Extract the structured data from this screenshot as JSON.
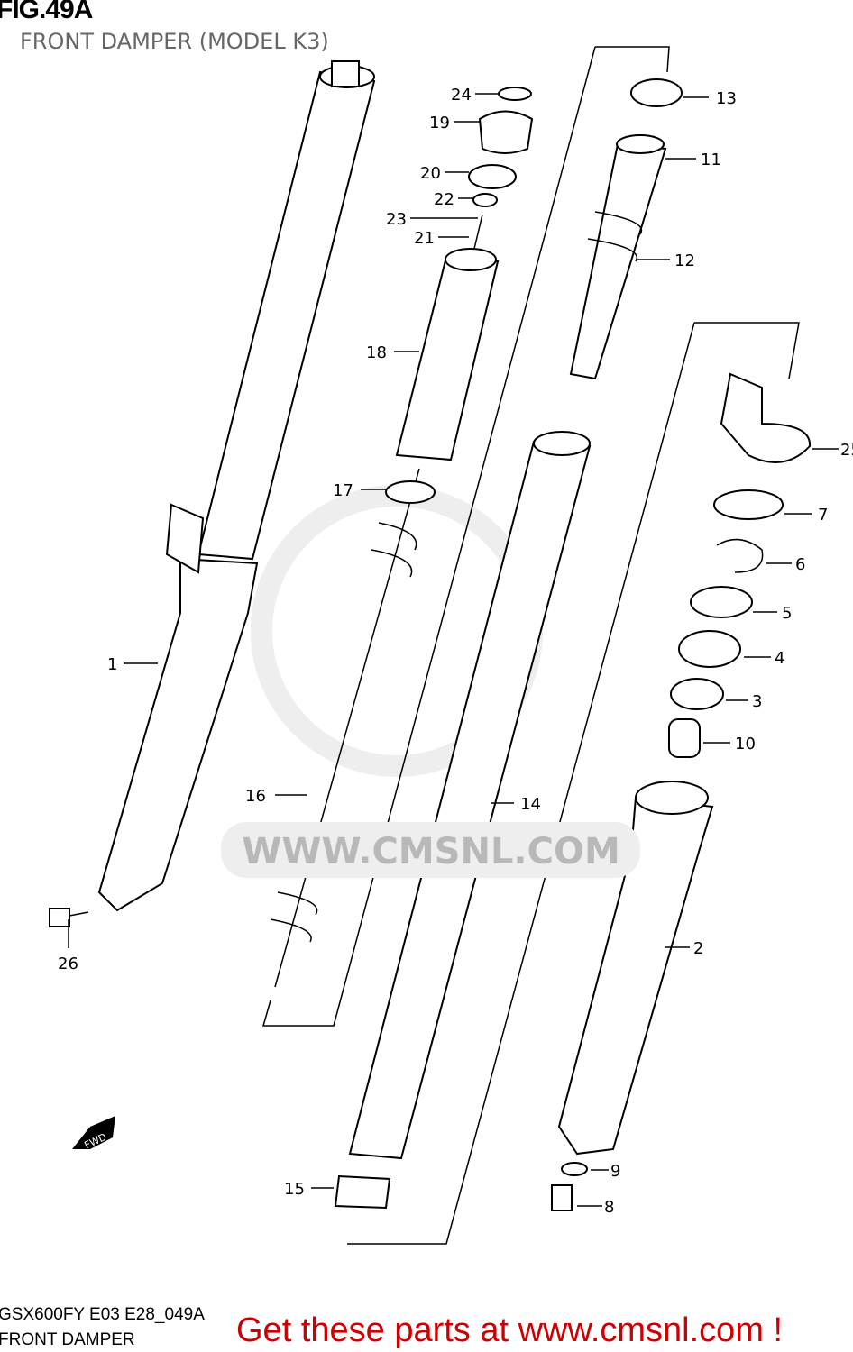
{
  "header": {
    "title": "FIG.49A",
    "subtitle": "FRONT DAMPER (MODEL K3)"
  },
  "footer": {
    "code": "GSX600FY E03 E28_049A",
    "name": "FRONT DAMPER",
    "promo": "Get these parts at www.cmsnl.com !"
  },
  "watermark": "WWW.CMSNL.COM",
  "fwd_label": "FWD",
  "callouts": [
    "1",
    "2",
    "3",
    "4",
    "5",
    "6",
    "7",
    "8",
    "9",
    "10",
    "11",
    "12",
    "13",
    "14",
    "15",
    "16",
    "17",
    "18",
    "19",
    "20",
    "21",
    "22",
    "23",
    "24",
    "25",
    "26"
  ],
  "colors": {
    "promo": "#cc0000",
    "watermark": "#e6e6e6"
  }
}
